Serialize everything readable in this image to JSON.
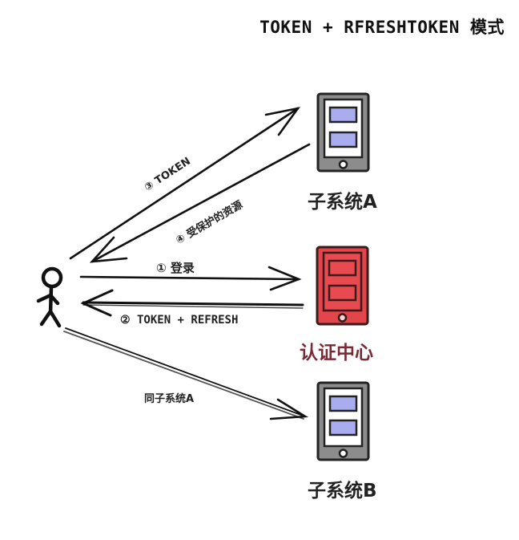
{
  "title": "TOKEN + RFRESHTOKEN 模式",
  "actors": {
    "user": {
      "icon": "stick-figure-icon"
    }
  },
  "nodes": [
    {
      "id": "subsystem-a",
      "label": "子系统A",
      "icon": "tablet-device-icon",
      "fill": "#8c8c8c",
      "screen": "#ffffff",
      "bars": "#a9adf0",
      "label_color": "#222222"
    },
    {
      "id": "auth-center",
      "label": "认证中心",
      "icon": "tablet-device-icon",
      "fill": "#e2454a",
      "screen": "#e84a50",
      "bars": "#e84a50",
      "label_color": "#7a2a34"
    },
    {
      "id": "subsystem-b",
      "label": "子系统B",
      "icon": "tablet-device-icon",
      "fill": "#8c8c8c",
      "screen": "#ffffff",
      "bars": "#a9adf0",
      "label_color": "#222222"
    }
  ],
  "edges": [
    {
      "id": "login",
      "from": "user",
      "to": "auth-center",
      "label": "① 登录"
    },
    {
      "id": "token-refresh",
      "from": "auth-center",
      "to": "user",
      "label": "② TOKEN + REFRESH"
    },
    {
      "id": "token",
      "from": "user",
      "to": "subsystem-a",
      "label": "③ TOKEN"
    },
    {
      "id": "protected-resource",
      "from": "subsystem-a",
      "to": "user",
      "label": "④ 受保护的资源"
    },
    {
      "id": "same-as-a",
      "from": "user",
      "to": "subsystem-b",
      "label": "同子系统A"
    }
  ]
}
